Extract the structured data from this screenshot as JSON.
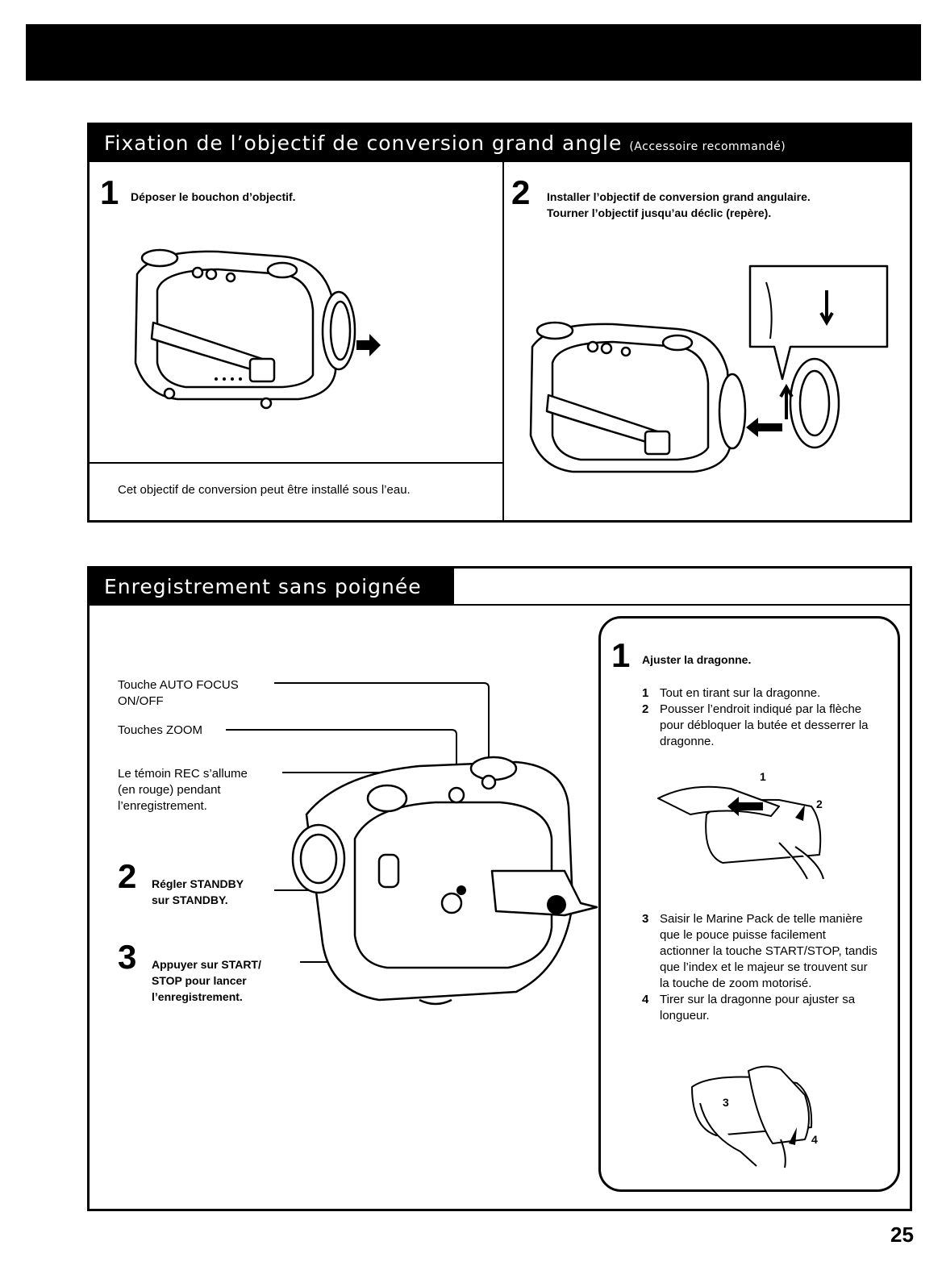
{
  "section1": {
    "title": "Fixation de l’objectif de conversion grand angle",
    "title_note": "(Accessoire recommandé)",
    "step1": {
      "number": "1",
      "text": "Déposer le bouchon d’objectif."
    },
    "step2": {
      "number": "2",
      "line1": "Installer l’objectif de conversion grand angulaire.",
      "line2": "Tourner l’objectif jusqu’au déclic (repère)."
    },
    "note": "Cet objectif de conversion peut être installé sous l’eau."
  },
  "section2": {
    "title": "Enregistrement sans poignée",
    "callouts": {
      "autofocus_line1": "Touche AUTO FOCUS",
      "autofocus_line2": "ON/OFF",
      "zoom": "Touches ZOOM",
      "rec_line1": "Le témoin REC s’allume",
      "rec_line2": "(en rouge) pendant",
      "rec_line3": "l’enregistrement."
    },
    "step2": {
      "number": "2",
      "line1": "Régler STANDBY",
      "line2": "sur STANDBY."
    },
    "step3": {
      "number": "3",
      "line1": "Appuyer sur START/",
      "line2": "STOP pour lancer",
      "line3": "l’enregistrement."
    },
    "panel": {
      "number": "1",
      "heading": "Ajuster la dragonne.",
      "items_a": [
        {
          "n": "1",
          "text": "Tout en tirant sur la dragonne."
        },
        {
          "n": "2",
          "text": "Pousser l’endroit indiqué par la flèche pour débloquer la butée et desserrer la dragonne."
        }
      ],
      "items_b": [
        {
          "n": "3",
          "text": "Saisir le Marine Pack de telle manière que le pouce puisse facilement actionner la touche START/STOP, tandis que l’index et le majeur se trouvent sur la touche de zoom motorisé."
        },
        {
          "n": "4",
          "text": "Tirer sur la dragonne pour ajuster sa longueur."
        }
      ],
      "fig1_labels": [
        "1",
        "2"
      ],
      "fig2_labels": [
        "3",
        "4"
      ]
    }
  },
  "page_number": "25"
}
